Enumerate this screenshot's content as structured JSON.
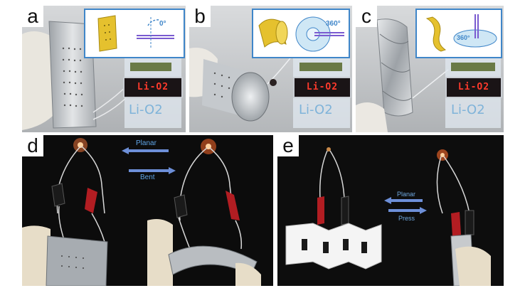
{
  "panels": [
    {
      "id": "a",
      "label": "a",
      "inset_angle": "0°"
    },
    {
      "id": "b",
      "label": "b",
      "inset_angle": "360°"
    },
    {
      "id": "c",
      "label": "c",
      "inset_angle": "360°"
    },
    {
      "id": "d",
      "label": "d"
    },
    {
      "id": "e",
      "label": "e"
    }
  ],
  "led_sign": {
    "top_text": "Li-O2",
    "bottom_text": "Li-O2"
  },
  "panel_d": {
    "arrow_top": "Planar",
    "arrow_bottom": "Bent"
  },
  "panel_e": {
    "arrow_top": "Planar",
    "arrow_bottom": "Press"
  },
  "colors": {
    "inset_border": "#3f86c9",
    "arrow_blue": "#5fa4e6",
    "led_red": "#ff3a2c"
  }
}
